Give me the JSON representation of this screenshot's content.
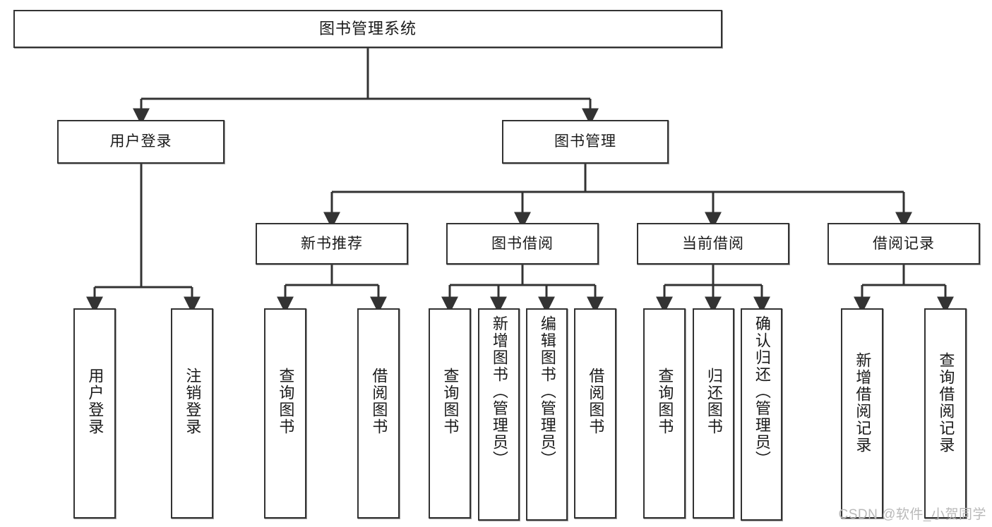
{
  "diagram": {
    "title": "图书管理系统",
    "type": "tree",
    "background": "#ffffff",
    "line_color": "#333333",
    "box_border_color": "#333333",
    "box_fill": "#ffffff",
    "text_color": "#1a1a1a"
  },
  "nodes": {
    "root": {
      "label": "图书管理系统",
      "level": 1
    },
    "level2": [
      {
        "id": "user-login",
        "label": "用户登录"
      },
      {
        "id": "book-manage",
        "label": "图书管理"
      }
    ],
    "level3": [
      {
        "id": "new-book-recommend",
        "label": "新书推荐"
      },
      {
        "id": "book-borrow",
        "label": "图书借阅"
      },
      {
        "id": "current-borrow",
        "label": "当前借阅"
      },
      {
        "id": "borrow-record",
        "label": "借阅记录"
      }
    ],
    "leaves": [
      {
        "id": "leaf-user-login",
        "label": "用户登录",
        "parent": "user-login"
      },
      {
        "id": "leaf-user-logout",
        "label": "注销登录",
        "parent": "user-login"
      },
      {
        "id": "leaf-query-book-1",
        "label": "查询图书",
        "parent": "new-book-recommend"
      },
      {
        "id": "leaf-borrow-book-1",
        "label": "借阅图书",
        "parent": "new-book-recommend"
      },
      {
        "id": "leaf-query-book-2",
        "label": "查询图书",
        "parent": "book-borrow"
      },
      {
        "id": "leaf-add-book",
        "label": "新增图书（管理员）",
        "parent": "book-borrow"
      },
      {
        "id": "leaf-edit-book",
        "label": "编辑图书（管理员）",
        "parent": "book-borrow"
      },
      {
        "id": "leaf-borrow-book-2",
        "label": "借阅图书",
        "parent": "book-borrow"
      },
      {
        "id": "leaf-query-book-3",
        "label": "查询图书",
        "parent": "current-borrow"
      },
      {
        "id": "leaf-return-book",
        "label": "归还图书",
        "parent": "current-borrow"
      },
      {
        "id": "leaf-confirm-return",
        "label": "确认归还（管理员）",
        "parent": "current-borrow"
      },
      {
        "id": "leaf-add-record",
        "label": "新增借阅记录",
        "parent": "borrow-record"
      },
      {
        "id": "leaf-query-record",
        "label": "查询借阅记录",
        "parent": "borrow-record"
      }
    ]
  },
  "watermark": {
    "text": "CSDN @软件_小贺同学"
  }
}
